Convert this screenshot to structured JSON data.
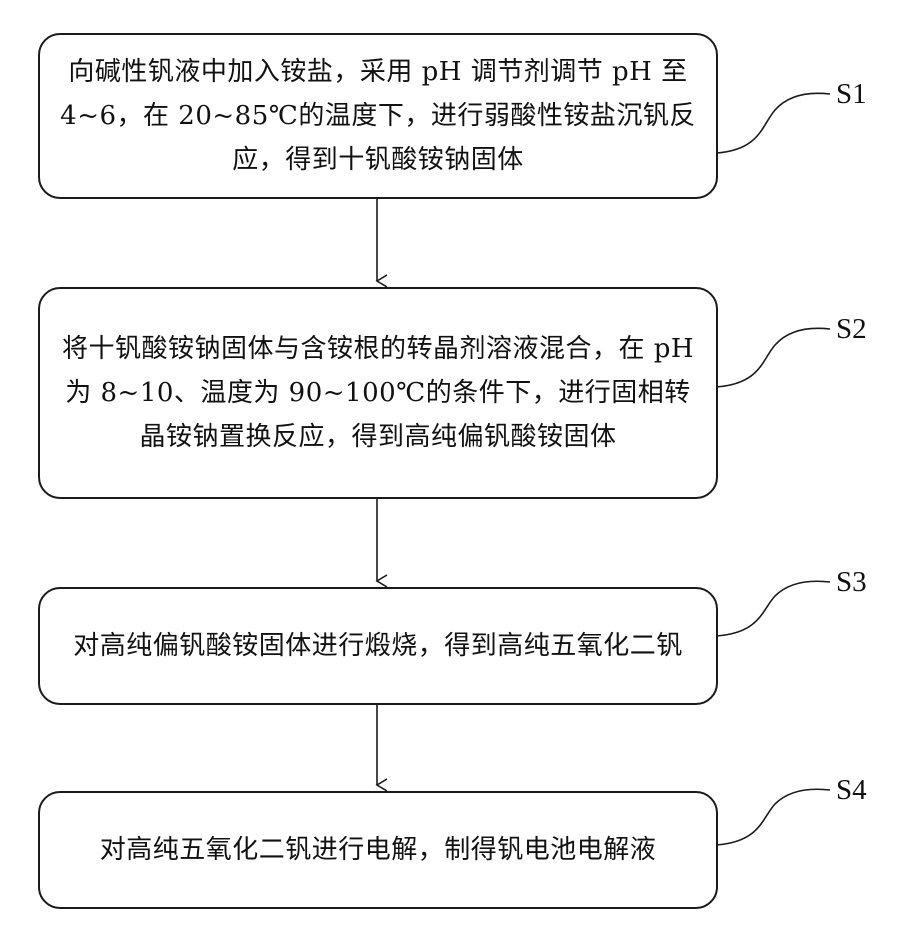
{
  "steps": [
    {
      "label": "S1",
      "text": "向碱性钒液中加入铵盐，采用 pH 调节剂调节 pH 至 4~6，在 20~85℃的温度下，进行弱酸性铵盐沉钒反应，得到十钒酸铵钠固体"
    },
    {
      "label": "S2",
      "text": "将十钒酸铵钠固体与含铵根的转晶剂溶液混合，在 pH 为 8~10、温度为 90~100℃的条件下，进行固相转晶铵钠置换反应，得到高纯偏钒酸铵固体"
    },
    {
      "label": "S3",
      "text": "对高纯偏钒酸铵固体进行煅烧，得到高纯五氧化二钒"
    },
    {
      "label": "S4",
      "text": "对高纯五氧化二钒进行电解，制得钒电池电解液"
    }
  ]
}
